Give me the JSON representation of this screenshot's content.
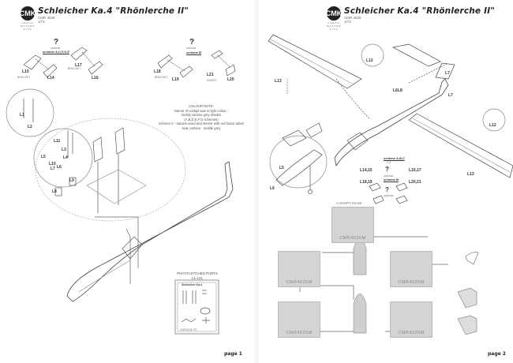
{
  "document": {
    "type": "model kit assembly instructions",
    "pages": [
      {
        "header": {
          "logo": "CMK",
          "logo_sub": "CZECH MASTERS KITS",
          "title": "Schleicher Ka.4 \"Rhönlerche II\"",
          "code": "CMR 4026",
          "scale": "1/72"
        },
        "optional_groups": [
          {
            "mark": "?",
            "label": "optional",
            "scheme": "scheme A,C,F,G,E"
          },
          {
            "mark": "?",
            "label": "optional",
            "scheme": "scheme B"
          }
        ],
        "part_labels": [
          "L15",
          "L14",
          "L17",
          "L16",
          "L18",
          "L19",
          "L21",
          "L20",
          "L1",
          "L2",
          "L11",
          "L3",
          "L5",
          "L4",
          "L9",
          "L8",
          "L10",
          "L7",
          "L6"
        ],
        "small_captions": [
          "BRACKET",
          "BRACKET",
          "BRACKET",
          "INSERT"
        ],
        "colour_notes": {
          "title": "COLOUR NOTE:",
          "lines": [
            "interior of cockpit was in light colour -",
            "mostly various grey shades",
            "(A,B,D,E,F,G schemes)",
            "scheme C - natural wood and interior with red frame tubes",
            "seat cushion - middle grey"
          ]
        },
        "photo_etched": {
          "title": "PHOTO-ETCHED PARTS",
          "subtitle": "L1-L21",
          "fret_name": "Schleicher Ka.4",
          "fret_code": "CMR4026 PE"
        },
        "page_number": "page 1"
      },
      {
        "header": {
          "logo": "CMK",
          "logo_sub": "CZECH MASTERS KITS",
          "title": "Schleicher Ka.4 \"Rhönlerche II\"",
          "code": "CMR 4026",
          "scale": "1/72"
        },
        "part_labels": [
          "L12",
          "L13",
          "L7",
          "L7",
          "L6",
          "L8",
          "L5",
          "L6",
          "L14,15",
          "L16,17",
          "L18,19",
          "L20,21",
          "L13",
          "L12"
        ],
        "optional_groups": [
          {
            "label": "scheme A,B,C",
            "sub": "F,G"
          },
          {
            "mark": "?",
            "label": "optional",
            "scheme": "scheme B"
          },
          {
            "mark": "?",
            "label": "optional"
          }
        ],
        "canopy_mask": {
          "title": "CANOPY MASK",
          "fret_codes": [
            "CMR4026M",
            "CMR4026M",
            "CMR4026M",
            "CMR4026M",
            "CMR4026M"
          ]
        },
        "page_number": "page 2"
      }
    ]
  }
}
